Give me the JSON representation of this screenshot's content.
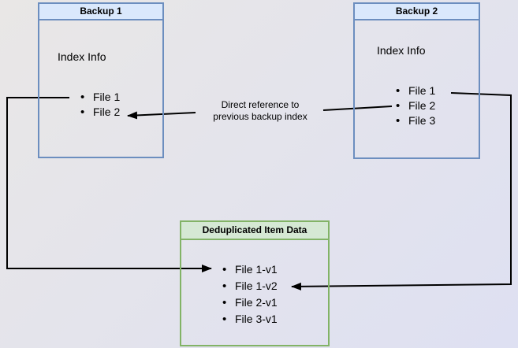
{
  "boxes": {
    "backup1": {
      "title": "Backup 1",
      "subtitle": "Index Info",
      "files": [
        "File 1",
        "File 2"
      ]
    },
    "backup2": {
      "title": "Backup 2",
      "subtitle": "Index Info",
      "files": [
        "File 1",
        "File 2",
        "File 3"
      ]
    },
    "dedup": {
      "title": "Deduplicated Item Data",
      "files": [
        "File 1-v1",
        "File 1-v2",
        "File 2-v1",
        "File 3-v1"
      ]
    }
  },
  "edge_label": {
    "line1": "Direct reference to",
    "line2": "previous backup index"
  },
  "colors": {
    "bg_from": "#e9e7e6",
    "bg_to": "#dee0f2",
    "blue_fill": "#dae8fc",
    "blue_border": "#6c8ebf",
    "green_fill": "#d5e8d4",
    "green_border": "#82b366",
    "arrow": "#000000"
  }
}
